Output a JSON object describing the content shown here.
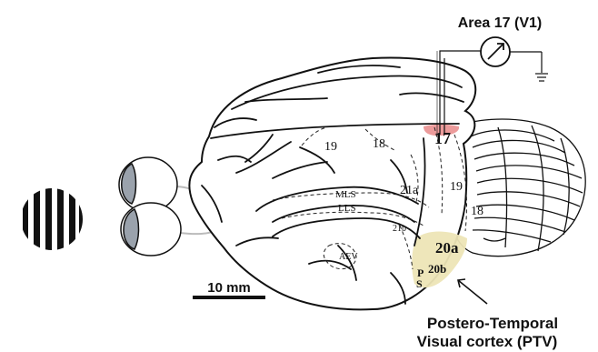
{
  "electrode": {
    "title": "Area 17 (V1)"
  },
  "areas": {
    "a17": "17",
    "a18_top": "18",
    "a19_top": "19",
    "a21a": "21a",
    "a19_right": "19",
    "a18_right": "18",
    "mls": "MLS",
    "lls": "LLS",
    "a21b": "21b",
    "aev": "AEV",
    "a20a": "20a",
    "a20b": "20b",
    "ps": "PS"
  },
  "scale_bar": {
    "label": "10 mm"
  },
  "ptv_label": {
    "line1": "Postero-Temporal",
    "line2": "Visual cortex (PTV)"
  },
  "colors": {
    "area17_highlight": "#e98a8a",
    "ptv_highlight": "#ede5b6",
    "eye_pupil": "#9aa2ac",
    "outline": "#111111"
  },
  "icons": {
    "stimulus": "grating-stimulus-icon",
    "recorder": "voltmeter-icon",
    "ground": "ground-icon"
  }
}
